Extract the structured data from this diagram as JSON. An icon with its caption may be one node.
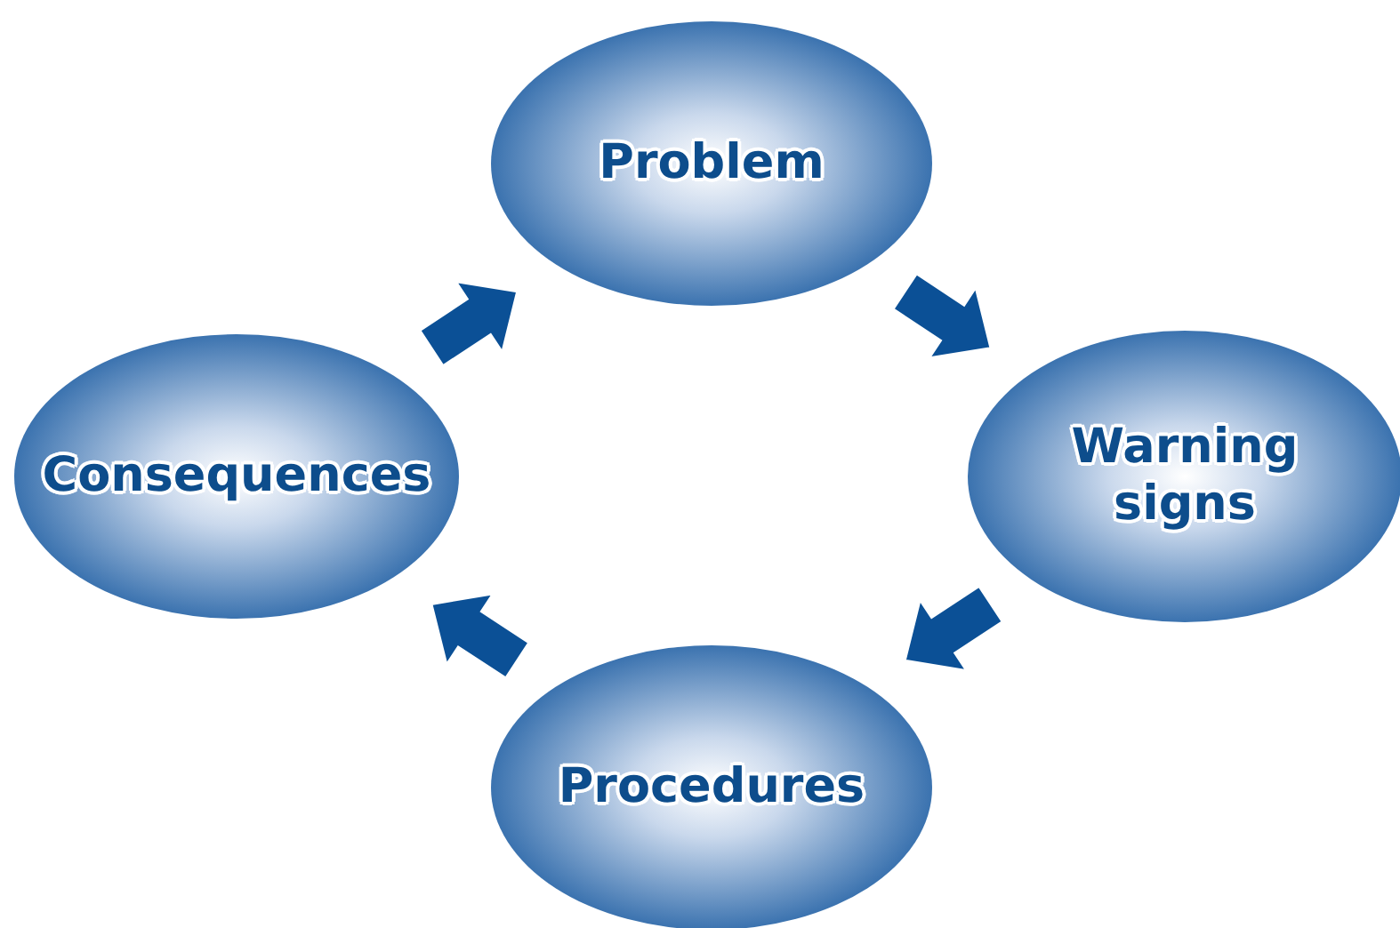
{
  "diagram": {
    "nodes": [
      {
        "text": [
          "Problem"
        ]
      },
      {
        "text": [
          "Warning signs"
        ]
      },
      {
        "text": [
          "Procedures"
        ]
      },
      {
        "text": [
          "Consequences"
        ]
      }
    ],
    "edges": [
      {
        "from": 0,
        "to": 1,
        "arrow": "to"
      },
      {
        "from": 1,
        "to": 2,
        "arrow": "to"
      },
      {
        "from": 2,
        "to": 3,
        "arrow": "to"
      },
      {
        "from": 3,
        "to": 0,
        "arrow": "to"
      }
    ]
  }
}
